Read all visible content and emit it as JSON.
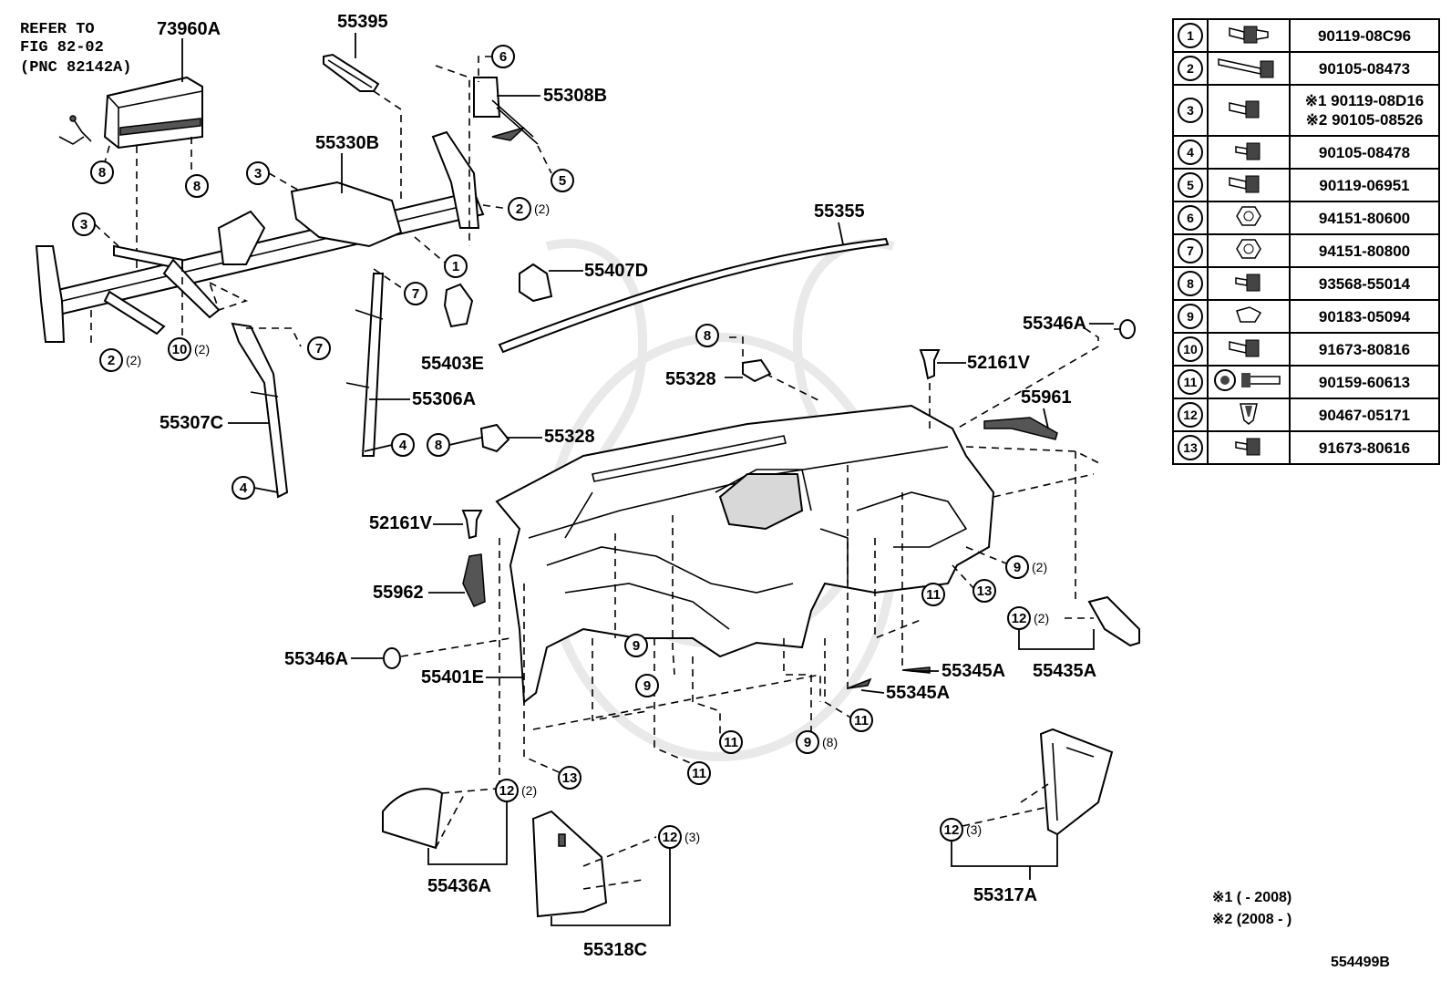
{
  "refer_note": [
    "REFER TO",
    "FIG 82-02",
    "(PNC 82142A)"
  ],
  "diagram_id": "554499B",
  "labels": {
    "p73960A": "73960A",
    "p55395": "55395",
    "p55308B": "55308B",
    "p55330B": "55330B",
    "p55355": "55355",
    "p55407D": "55407D",
    "p55403E": "55403E",
    "p55306A": "55306A",
    "p55307C": "55307C",
    "p55328a": "55328",
    "p55328b": "55328",
    "p55346Aa": "55346A",
    "p55346Ab": "55346A",
    "p52161Va": "52161V",
    "p52161Vb": "52161V",
    "p55961": "55961",
    "p55962": "55962",
    "p55401E": "55401E",
    "p55345Aa": "55345A",
    "p55345Ab": "55345A",
    "p55435A": "55435A",
    "p55436A": "55436A",
    "p55318C": "55318C",
    "p55317A": "55317A"
  },
  "qty": {
    "q2": "(2)",
    "q3": "(3)",
    "q8": "(8)"
  },
  "legend": [
    {
      "n": "1",
      "icon": "flange-bolt-icon",
      "pn": "90119-08C96"
    },
    {
      "n": "2",
      "icon": "long-bolt-icon",
      "pn": "90105-08473"
    },
    {
      "n": "3",
      "icon": "flange-bolt-icon",
      "pn1": "※1 90119-08D16",
      "pn2": "※2 90105-08526"
    },
    {
      "n": "4",
      "icon": "short-bolt-icon",
      "pn": "90105-08478"
    },
    {
      "n": "5",
      "icon": "flange-bolt-icon",
      "pn": "90119-06951"
    },
    {
      "n": "6",
      "icon": "nut-icon",
      "pn": "94151-80600"
    },
    {
      "n": "7",
      "icon": "nut-icon",
      "pn": "94151-80800"
    },
    {
      "n": "8",
      "icon": "short-bolt-icon",
      "pn": "93568-55014"
    },
    {
      "n": "9",
      "icon": "clip-nut-icon",
      "pn": "90183-05094"
    },
    {
      "n": "10",
      "icon": "flange-bolt-icon",
      "pn": "91673-80816"
    },
    {
      "n": "11",
      "icon": "screw-grommet-icon",
      "pn": "90159-60613"
    },
    {
      "n": "12",
      "icon": "clip-icon",
      "pn": "90467-05171"
    },
    {
      "n": "13",
      "icon": "short-bolt-icon",
      "pn": "91673-80616"
    }
  ],
  "footnotes": [
    "※1 (       - 2008)",
    "※2 (2008 -       )"
  ]
}
